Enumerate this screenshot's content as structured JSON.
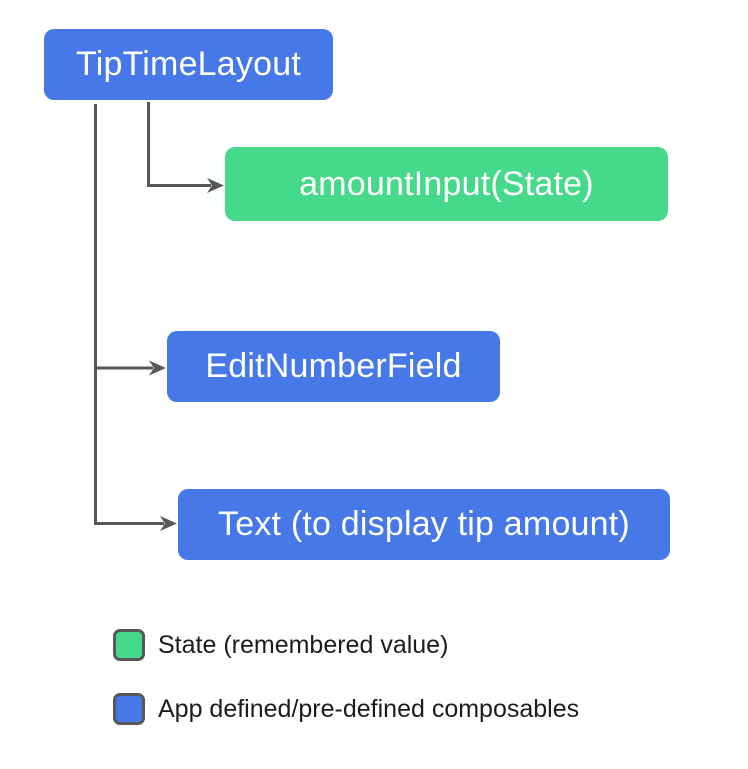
{
  "diagram": {
    "root": {
      "label": "TipTimeLayout",
      "type": "composable"
    },
    "children": [
      {
        "label": "amountInput(State)",
        "type": "state"
      },
      {
        "label": "EditNumberField",
        "type": "composable"
      },
      {
        "label": "Text (to display tip amount)",
        "type": "composable"
      }
    ]
  },
  "legend": {
    "items": [
      {
        "label": "State (remembered value)",
        "swatch_color": "#45d98a"
      },
      {
        "label": "App defined/pre-defined composables",
        "swatch_color": "#4678e8"
      }
    ]
  },
  "colors": {
    "composable_blue": "#4678e8",
    "state_green": "#45d98a",
    "connector_gray": "#58585a",
    "node_text": "#ffffff",
    "legend_text": "#1c1c1e",
    "background": "#ffffff"
  }
}
